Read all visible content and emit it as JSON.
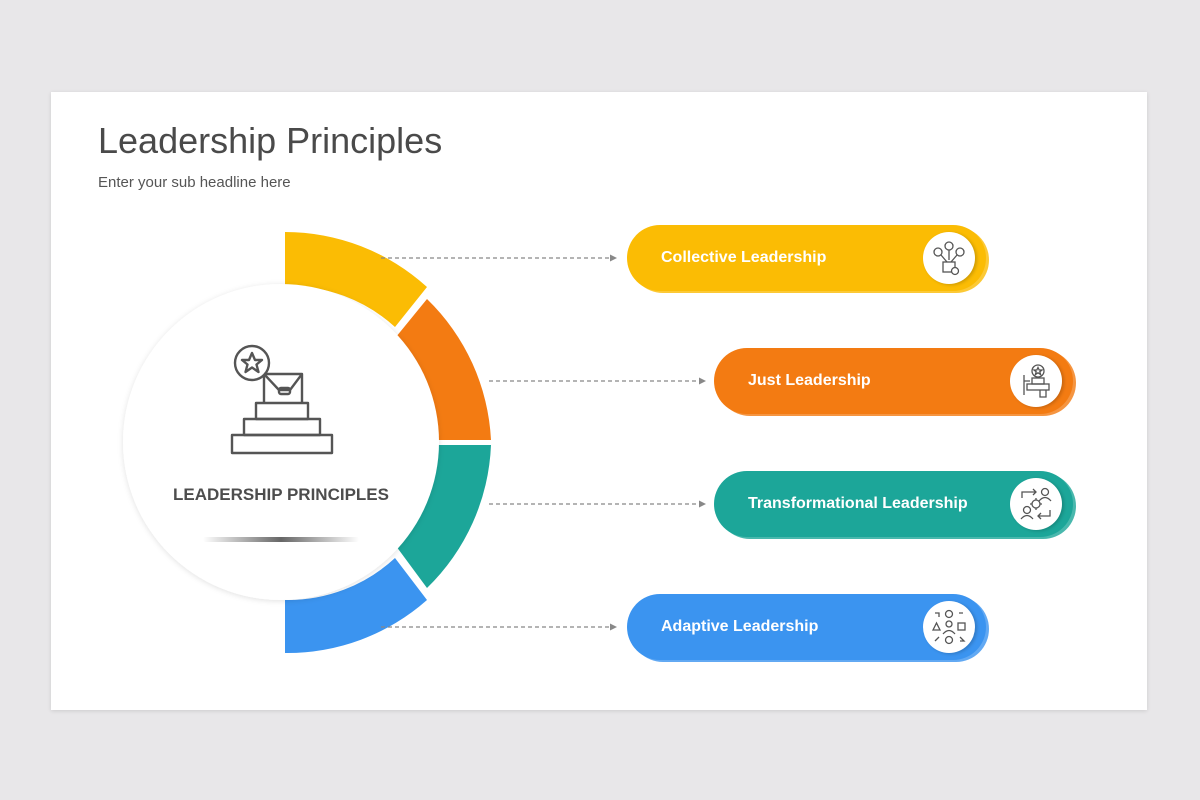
{
  "title": "Leadership Principles",
  "subtitle": "Enter your sub headline here",
  "center": {
    "label": "LEADERSHIP PRINCIPLES",
    "icon": "podium-star-icon"
  },
  "items": [
    {
      "label": "Collective Leadership",
      "color": "#fbbc04",
      "icon": "network-people-icon"
    },
    {
      "label": "Just Leadership",
      "color": "#f37b12",
      "icon": "award-podium-icon"
    },
    {
      "label": "Transformational Leadership",
      "color": "#1ca699",
      "icon": "people-gear-exchange-icon"
    },
    {
      "label": "Adaptive Leadership",
      "color": "#3b94f0",
      "icon": "shapes-person-icon"
    }
  ]
}
